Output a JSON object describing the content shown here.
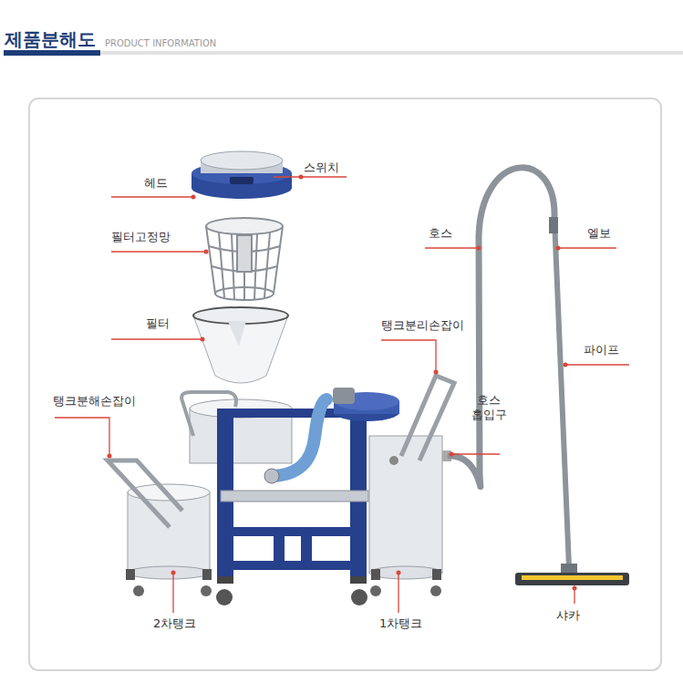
{
  "diagram": {
    "title": "제품분해도",
    "labels": [
      "PRODUCT INFORMATION",
      "스위치",
      "헤드",
      "필터고정망",
      "필터",
      "탱크분리손잡이",
      "호스",
      "엘보",
      "파이프",
      "탱크분해손잡이",
      "호스 흡입구",
      "2차탱크",
      "1차탱크",
      "샤카"
    ]
  }
}
